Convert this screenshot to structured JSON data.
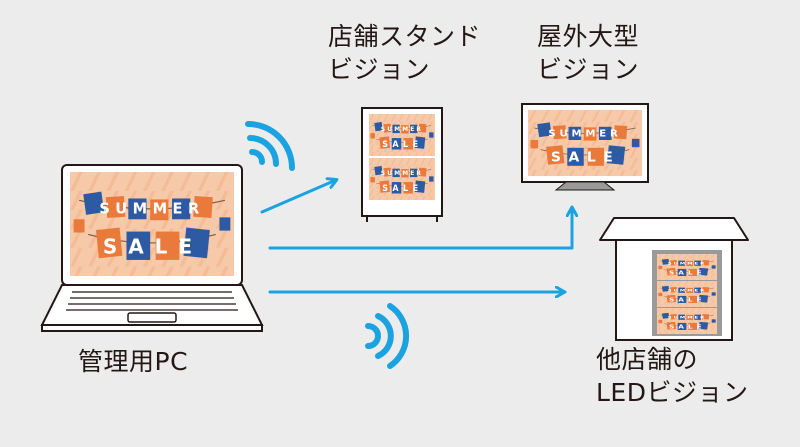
{
  "labels": {
    "pc": "管理用PC",
    "stand_line1": "店舗スタンド",
    "stand_line2": "ビジョン",
    "outdoor_line1": "屋外大型",
    "outdoor_line2": "ビジョン",
    "led_line1": "他店舗の",
    "led_line2": "LEDビジョン"
  },
  "poster": {
    "line1": "SUMMER",
    "line2": "SALE"
  },
  "colors": {
    "background": "#ececec",
    "arrow": "#1aa3e0",
    "device_outline": "#231815",
    "poster_orange": "#ea7a3c",
    "poster_blue": "#2d5aa3",
    "poster_bg": "#f6c9a8"
  }
}
